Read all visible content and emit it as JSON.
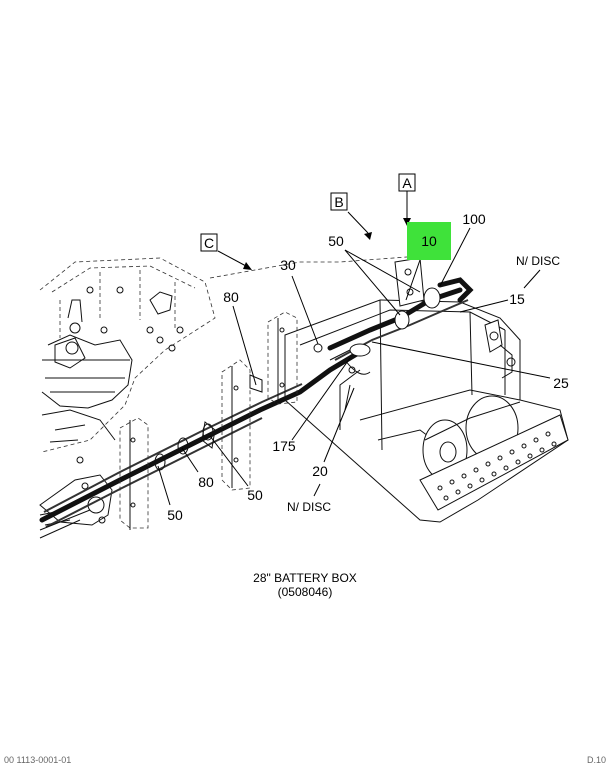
{
  "view_labels": {
    "a": "A",
    "b": "B",
    "c": "C"
  },
  "callouts": {
    "c10": "10",
    "c100": "100",
    "c50_top": "50",
    "c30": "30",
    "c80_top": "80",
    "c15": "15",
    "c25": "25",
    "c175": "175",
    "c20": "20",
    "c80_bot": "80",
    "c50_mid": "50",
    "c50_bot": "50",
    "ndisc_top": "N/ DISC",
    "ndisc_bot": "N/ DISC"
  },
  "highlight_color": "#3fe23a",
  "caption": {
    "line1": "28\" BATTERY BOX",
    "line2": "(0508046)"
  },
  "footer": {
    "left": "00 1113-0001-01",
    "right": "D.10"
  }
}
